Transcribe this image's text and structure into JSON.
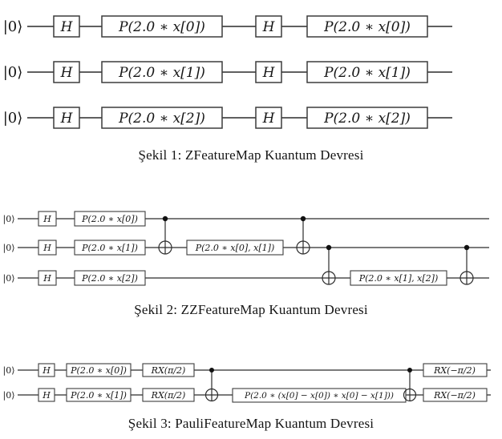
{
  "page": {
    "background": "#ffffff",
    "ink_color": "#1c1c1c",
    "language": "tr"
  },
  "figures": [
    {
      "id": "zfeaturemap",
      "caption": "Şekil 1: ZFeatureMap Kuantum Devresi",
      "ket": "|0⟩",
      "qubit_count": 3,
      "gates": {
        "h": "H",
        "p0": "P(2.0 ∗ x[0])",
        "p1": "P(2.0 ∗ x[1])",
        "p2": "P(2.0 ∗ x[2])"
      }
    },
    {
      "id": "zzfeaturemap",
      "caption": "Şekil 2: ZZFeatureMap Kuantum Devresi",
      "ket": "|0⟩",
      "qubit_count": 3,
      "gates": {
        "h": "H",
        "p0": "P(2.0 ∗ x[0])",
        "p1": "P(2.0 ∗ x[1])",
        "p2": "P(2.0 ∗ x[2])",
        "p01": "P(2.0 ∗ x[0], x[1])",
        "p12": "P(2.0 ∗ x[1], x[2])"
      }
    },
    {
      "id": "paulifeaturemap",
      "caption": "Şekil 3: PauliFeatureMap Kuantum Devresi",
      "ket": "|0⟩",
      "qubit_count": 2,
      "gates": {
        "h": "H",
        "p0": "P(2.0 ∗ x[0])",
        "p1": "P(2.0 ∗ x[1])",
        "rx_plus": "RX(π/2)",
        "rx_minus": "RX(−π/2)",
        "p_entangle": "P(2.0 ∗ (x[0] − x[0]) ∗ x[0] − x[1]))"
      }
    }
  ]
}
